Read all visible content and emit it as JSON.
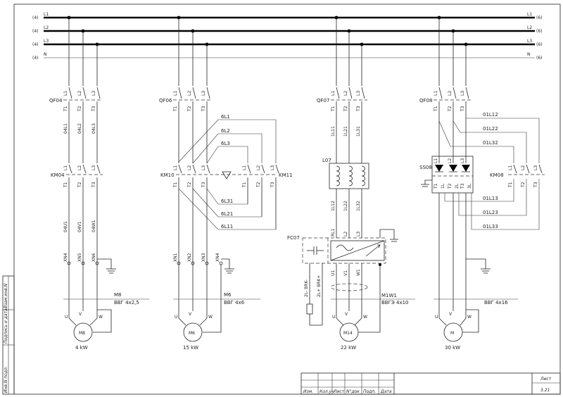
{
  "buses": [
    {
      "name": "L1",
      "ref_left": "(4)",
      "ref_right": "(6)"
    },
    {
      "name": "L2",
      "ref_left": "(4)",
      "ref_right": "(6)"
    },
    {
      "name": "L3",
      "ref_left": "(4)",
      "ref_right": "(6)"
    },
    {
      "name": "N",
      "ref_left": "(4)",
      "ref_right": "(6)"
    }
  ],
  "phase_labels": [
    "L1",
    "L2",
    "L3"
  ],
  "term_labels": [
    "T1",
    "T2",
    "T3"
  ],
  "branch1": {
    "breaker": "QF04",
    "contactor": "KM04",
    "wires_top": [
      "04L1",
      "04L2",
      "04L3"
    ],
    "wires_bottom": [
      "04U1",
      "04V1",
      "04W1"
    ],
    "terminals": [
      "XN4",
      "XN5",
      "XN6"
    ],
    "cable_label": "M8",
    "cable_type": "ВВГ 4x2,5",
    "uvw": [
      "U",
      "V",
      "W"
    ],
    "motor": "M8",
    "power": "4 kW"
  },
  "branch2": {
    "breaker": "QF06",
    "contactor_a": "KM10",
    "contactor_b": "KM11",
    "wires_top": [
      "6L1",
      "6L2",
      "6L3"
    ],
    "wires_bottom": [
      "6L31",
      "6L21",
      "6L11"
    ],
    "terminals": [
      "XN1",
      "XN2",
      "XN3",
      "XN4"
    ],
    "cable_label": "M6",
    "cable_type": "ВВГ 4x6",
    "uvw": [
      "U",
      "V",
      "W"
    ],
    "motor": "M6",
    "power": "15 kW"
  },
  "branch3": {
    "breaker": "QF07",
    "reactor": "L07",
    "converter": "FC07",
    "wires_top": [
      "1L11",
      "1L21",
      "1L31"
    ],
    "wires_mid": [
      "1L12",
      "1L22",
      "1L32"
    ],
    "fc_inputs": [
      "RL1",
      "L2",
      "L3"
    ],
    "fc_outputs": [
      "U1",
      "V1",
      "W1"
    ],
    "dc_labels": [
      "2L- BRK-",
      "2L+ BRK+"
    ],
    "cable_label": "M1W1",
    "cable_type": "ВВГЭ 4x10",
    "uvw": [
      "U",
      "V",
      "W"
    ],
    "motor": "M14",
    "power": "22 kW"
  },
  "branch4": {
    "breaker": "QF08",
    "softstarter": "SS08",
    "contactor": "KM08",
    "ss_top": [
      "L1",
      "L2",
      "L3"
    ],
    "ss_bottom": [
      "T1",
      "T2",
      "T3"
    ],
    "ss_aux": [
      "1L",
      "2L",
      "3L"
    ],
    "wires_right_top": [
      "01L12",
      "01L22",
      "01L32"
    ],
    "wires_right_bottom": [
      "01L13",
      "01L23",
      "01L33"
    ],
    "cable_type": "ВВГ 4x16",
    "uvw": [
      "U",
      "V",
      "W"
    ],
    "motor": "M",
    "power": "30 kW"
  },
  "side_stamp": [
    "Инв.N подл.",
    "Подпись и дата",
    "Взам.инв.N"
  ],
  "title_block": {
    "headers": [
      "Изм.",
      "Кол.уч",
      "Лист",
      "N°док",
      "Подп.",
      "Дата"
    ],
    "sheet_label": "Лист",
    "sheet_number": "3.21"
  }
}
